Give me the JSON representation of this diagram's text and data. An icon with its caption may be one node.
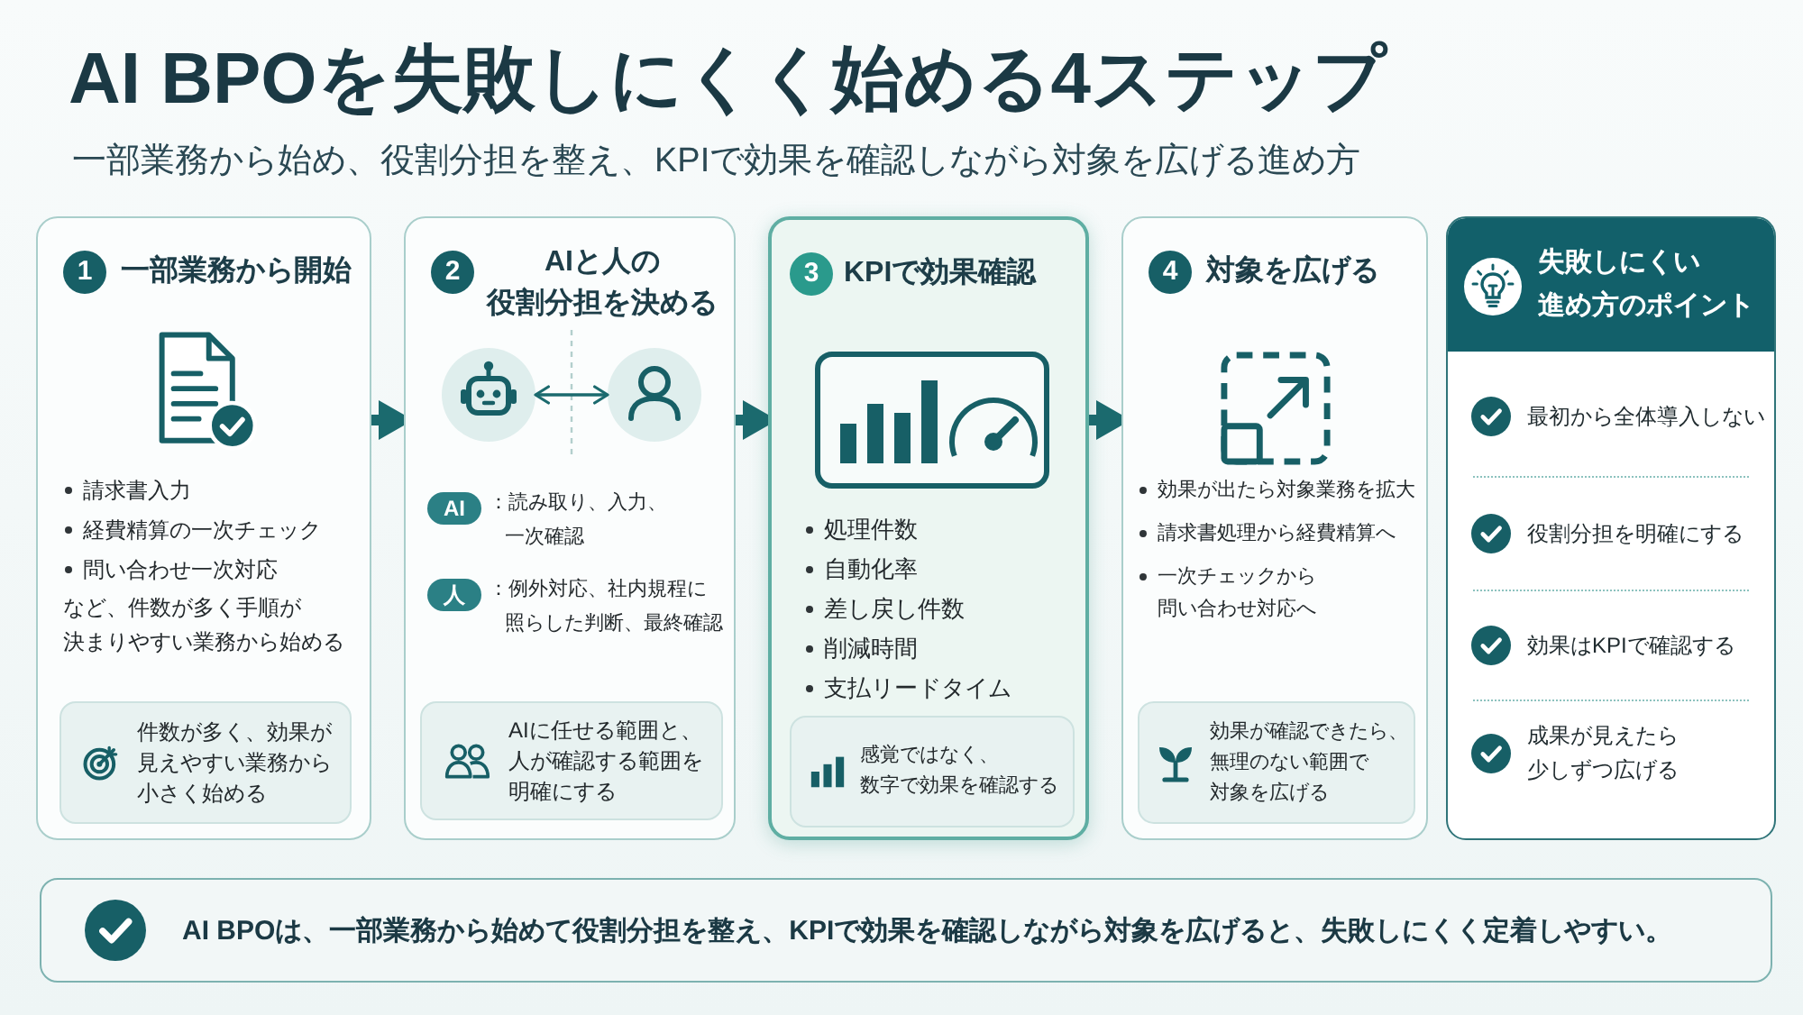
{
  "diagram": {
    "title": "AI BPOを失敗しにくく始める4ステップ",
    "labels": [
      "一部業務から始め、役割分担を整え、KPIで効果を確認しながら対象を広げる進め方"
    ],
    "nodes": [
      {
        "text": [
          "1",
          "一部業務から開始",
          "請求書入力",
          "経費精算の一次チェック",
          "問い合わせ一次対応",
          "など、件数が多く手順が決まりやすい業務から始める"
        ]
      },
      {
        "text": [
          "件数が多く、効果が見えやすい業務から小さく始める"
        ],
        "in": 0
      },
      {
        "text": [
          "2",
          "AIと人の役割分担を決める"
        ]
      },
      {
        "text": [],
        "shape": "circle",
        "in": 2
      },
      {
        "text": [],
        "shape": "circle",
        "in": 2
      },
      {
        "text": [
          "AI"
        ],
        "beside": [
          "：読み取り、入力、一次確認"
        ],
        "in": 2
      },
      {
        "text": [
          "人"
        ],
        "beside": [
          "：例外対応、社内規程に照らした判断、最終確認"
        ],
        "in": 2
      },
      {
        "text": [
          "AIに任せる範囲と、人が確認する範囲を明確にする"
        ],
        "in": 2
      },
      {
        "text": [
          "3",
          "KPIで効果確認",
          "処理件数",
          "自動化率",
          "差し戻し件数",
          "削減時間",
          "支払リードタイム"
        ]
      },
      {
        "text": [
          "感覚ではなく、数字で効果を確認する"
        ],
        "in": 8
      },
      {
        "text": [
          "4",
          "対象を広げる",
          "効果が出たら対象業務を拡大",
          "請求書処理から経費精算へ",
          "一次チェックから問い合わせ対応へ"
        ]
      },
      {
        "text": [
          "効果が確認できたら、無理のない範囲で対象を広げる"
        ],
        "in": 10
      },
      {
        "text": [
          "失敗しにくい進め方のポイント",
          "最初から全体導入しない",
          "役割分担を明確にする",
          "効果はKPIで確認する",
          "成果が見えたら少しずつ広げる"
        ]
      },
      {
        "text": [
          "AI BPOは、一部業務から始めて役割分担を整え、KPIで効果を確認しながら対象を広げると、失敗しにくく定着しやすい。"
        ]
      }
    ],
    "edges": [
      {
        "from": 0,
        "to": 2,
        "arrow": "to"
      },
      {
        "from": 3,
        "to": 4,
        "arrow": "both"
      },
      {
        "from": 2,
        "to": 8,
        "arrow": "to"
      },
      {
        "from": 8,
        "to": 10,
        "arrow": "to"
      }
    ]
  }
}
